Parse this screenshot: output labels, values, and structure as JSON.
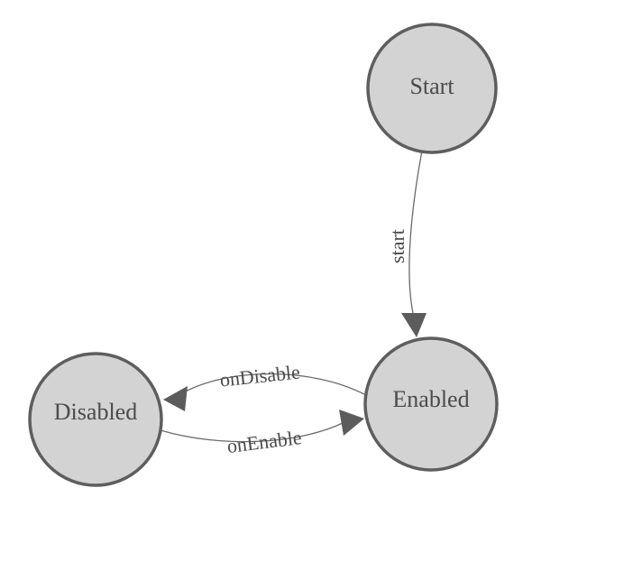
{
  "diagram": {
    "type": "state-machine",
    "colors": {
      "background": "#ffffff",
      "node_fill": "#d3d3d3",
      "node_border": "#5e5e5e",
      "edge_line": "#6a6a6a",
      "arrowhead": "#5c5c5c",
      "text": "#4b4b4b"
    },
    "nodes": [
      {
        "id": "start",
        "label": "Start"
      },
      {
        "id": "enabled",
        "label": "Enabled"
      },
      {
        "id": "disabled",
        "label": "Disabled"
      }
    ],
    "edges": [
      {
        "id": "start-transition",
        "label": "start",
        "from": "Start",
        "to": "Enabled"
      },
      {
        "id": "on-disable-transition",
        "label": "onDisable",
        "from": "Enabled",
        "to": "Disabled"
      },
      {
        "id": "on-enable-transition",
        "label": "onEnable",
        "from": "Disabled",
        "to": "Enabled"
      }
    ]
  }
}
